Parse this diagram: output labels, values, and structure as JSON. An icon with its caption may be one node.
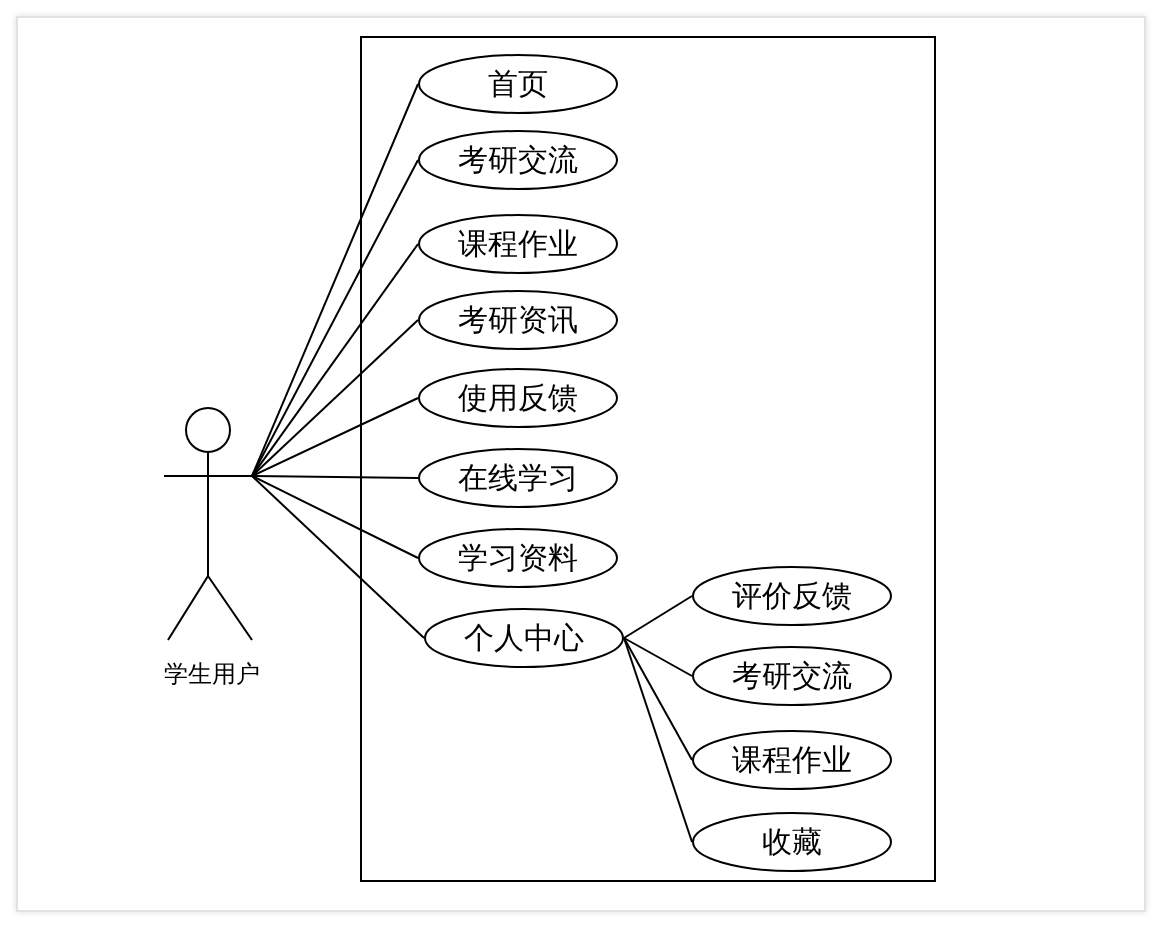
{
  "diagram": {
    "nodes": [
      {
        "text": [],
        "shape": "box"
      },
      {
        "text": [
          "学生用户"
        ]
      },
      {
        "text": [
          "首页"
        ],
        "in": 0
      },
      {
        "text": [
          "考研交流"
        ],
        "in": 0
      },
      {
        "text": [
          "课程作业"
        ],
        "in": 0
      },
      {
        "text": [
          "考研资讯"
        ],
        "in": 0
      },
      {
        "text": [
          "使用反馈"
        ],
        "in": 0
      },
      {
        "text": [
          "在线学习"
        ],
        "in": 0
      },
      {
        "text": [
          "学习资料"
        ],
        "in": 0
      },
      {
        "text": [
          "个人中心"
        ],
        "in": 0
      },
      {
        "text": [
          "评价反馈"
        ],
        "in": 0
      },
      {
        "text": [
          "考研交流"
        ],
        "in": 0
      },
      {
        "text": [
          "课程作业"
        ],
        "in": 0
      },
      {
        "text": [
          "收藏"
        ],
        "in": 0
      }
    ],
    "edges": [
      {
        "from": 1,
        "to": 2,
        "arrow": "none"
      },
      {
        "from": 1,
        "to": 3,
        "arrow": "none"
      },
      {
        "from": 1,
        "to": 4,
        "arrow": "none"
      },
      {
        "from": 1,
        "to": 5,
        "arrow": "none"
      },
      {
        "from": 1,
        "to": 6,
        "arrow": "none"
      },
      {
        "from": 1,
        "to": 7,
        "arrow": "none"
      },
      {
        "from": 1,
        "to": 8,
        "arrow": "none"
      },
      {
        "from": 1,
        "to": 9,
        "arrow": "none"
      },
      {
        "from": 9,
        "to": 10,
        "arrow": "none"
      },
      {
        "from": 9,
        "to": 11,
        "arrow": "none"
      },
      {
        "from": 9,
        "to": 12,
        "arrow": "none"
      },
      {
        "from": 9,
        "to": 13,
        "arrow": "none"
      }
    ]
  }
}
